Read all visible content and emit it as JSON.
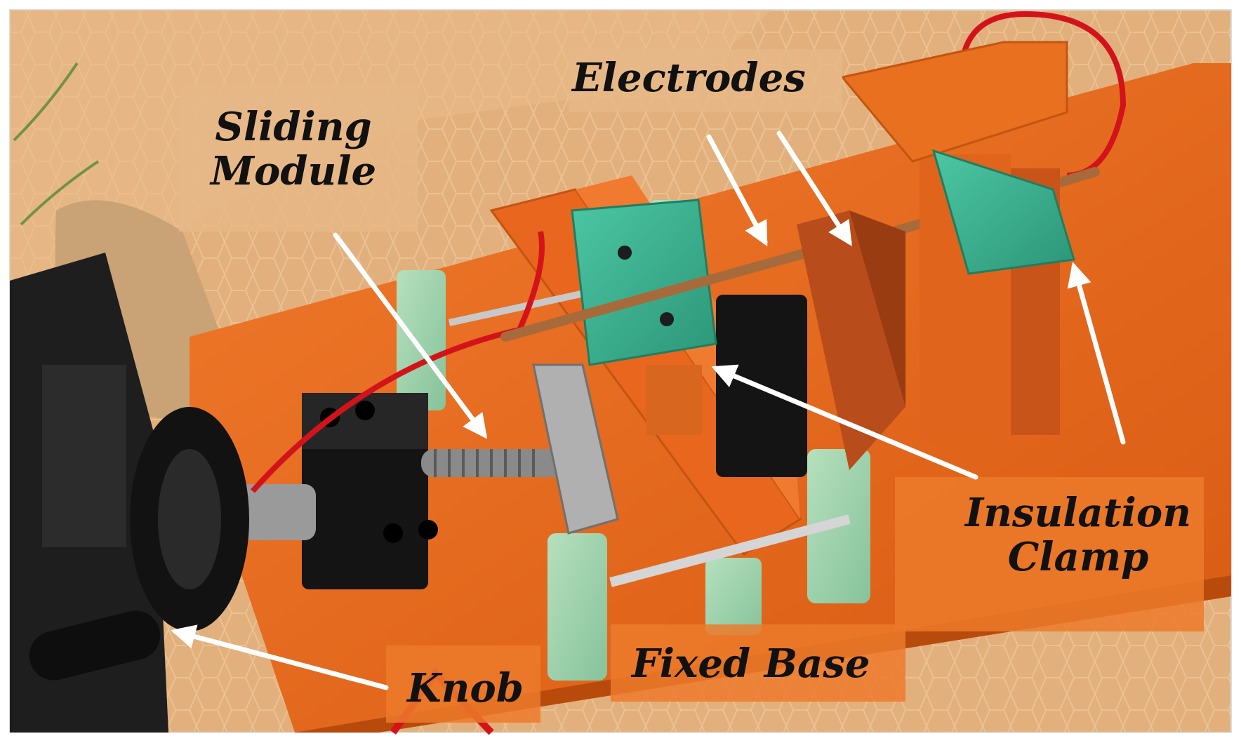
{
  "figure": {
    "labels": {
      "electrodes": "Electrodes",
      "sliding_module": [
        "Sliding",
        "Module"
      ],
      "insulation_clamp": [
        "Insulation",
        "Clamp"
      ],
      "fixed_base": "Fixed Base",
      "knob": "Knob"
    },
    "colors": {
      "background_fabric": "#e2b07c",
      "base_plate": "#e0681f",
      "insulator_green": "#3cae8e",
      "block_black": "#141414",
      "wire_red": "#d2141a",
      "arrow": "#ffffff",
      "text": "#111111"
    }
  }
}
